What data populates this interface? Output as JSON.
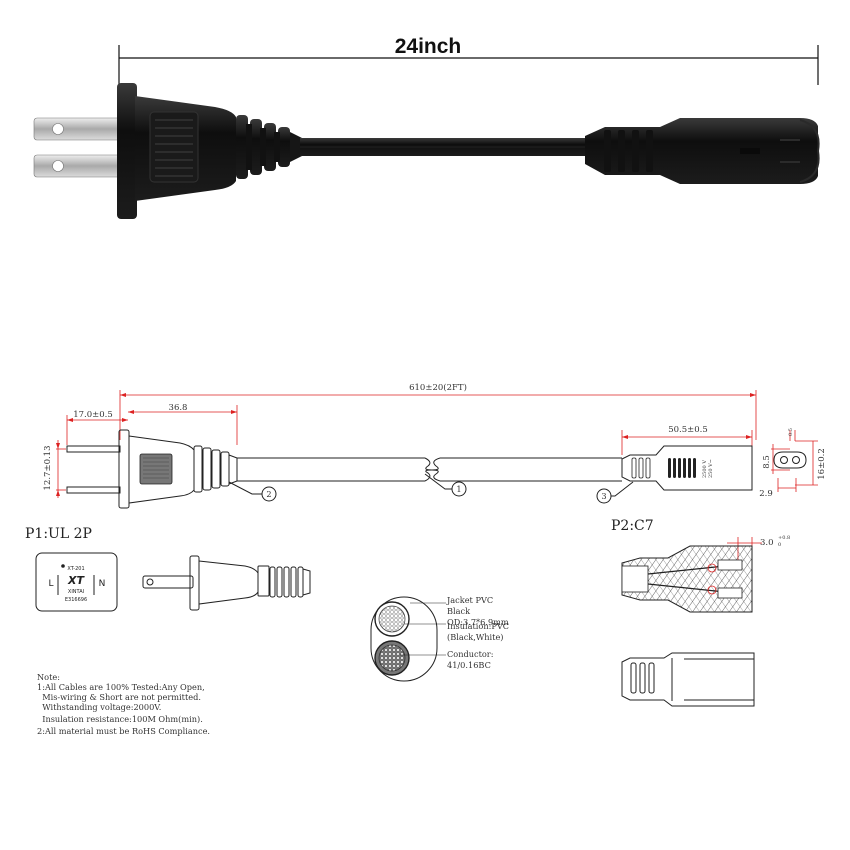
{
  "banner": {
    "length_label": "24inch"
  },
  "dimensions": {
    "total_length": "610±20(2FT)",
    "prong_length": "17.0±0.5",
    "plug_length": "36.8",
    "prong_spacing": "12.7±0.13",
    "connector_length": "50.5±0.5",
    "c7_height": "8.5",
    "c7_width": "16±0.2",
    "c7_bottom": "2.9",
    "c7_pin_tol": "0.5",
    "c7_insert": "3.0",
    "c7_insert_tol_top": "+0.8",
    "c7_insert_tol_bottom": "0"
  },
  "callouts": {
    "cable": "1",
    "plug": "2",
    "connector": "3"
  },
  "labels": {
    "p1": "P1:UL 2P",
    "p2": "P2:C7"
  },
  "logo": {
    "model": "XT-201",
    "mark": "XT",
    "brand": "XINTAI",
    "cert": "E316696",
    "left_letter": "L",
    "right_letter": "N"
  },
  "connector_marking": [
    "2500 V",
    "250 V~"
  ],
  "cable_spec": {
    "jacket_title": "Jacket PVC",
    "jacket_color": "Black",
    "od": "OD:3.7*6.9mm",
    "insulation": "Insulation:PVC",
    "insulation_colors": "(Black,White)",
    "conductor_title": "Conductor:",
    "conductor_spec": "41/0.16BC"
  },
  "notes": [
    "Note:",
    "1:All Cables are 100% Tested:Any Open,",
    "  Mis-wiring & Short are not permitted.",
    "  Withstanding voltage:2000V.",
    "  Insulation resistance:100M Ohm(min).",
    "2:All material must be RoHS Compliance."
  ],
  "colors": {
    "dimension_red": "#dd2222",
    "cable_black": "#111111",
    "prong_silver": "#c8c8c8"
  }
}
